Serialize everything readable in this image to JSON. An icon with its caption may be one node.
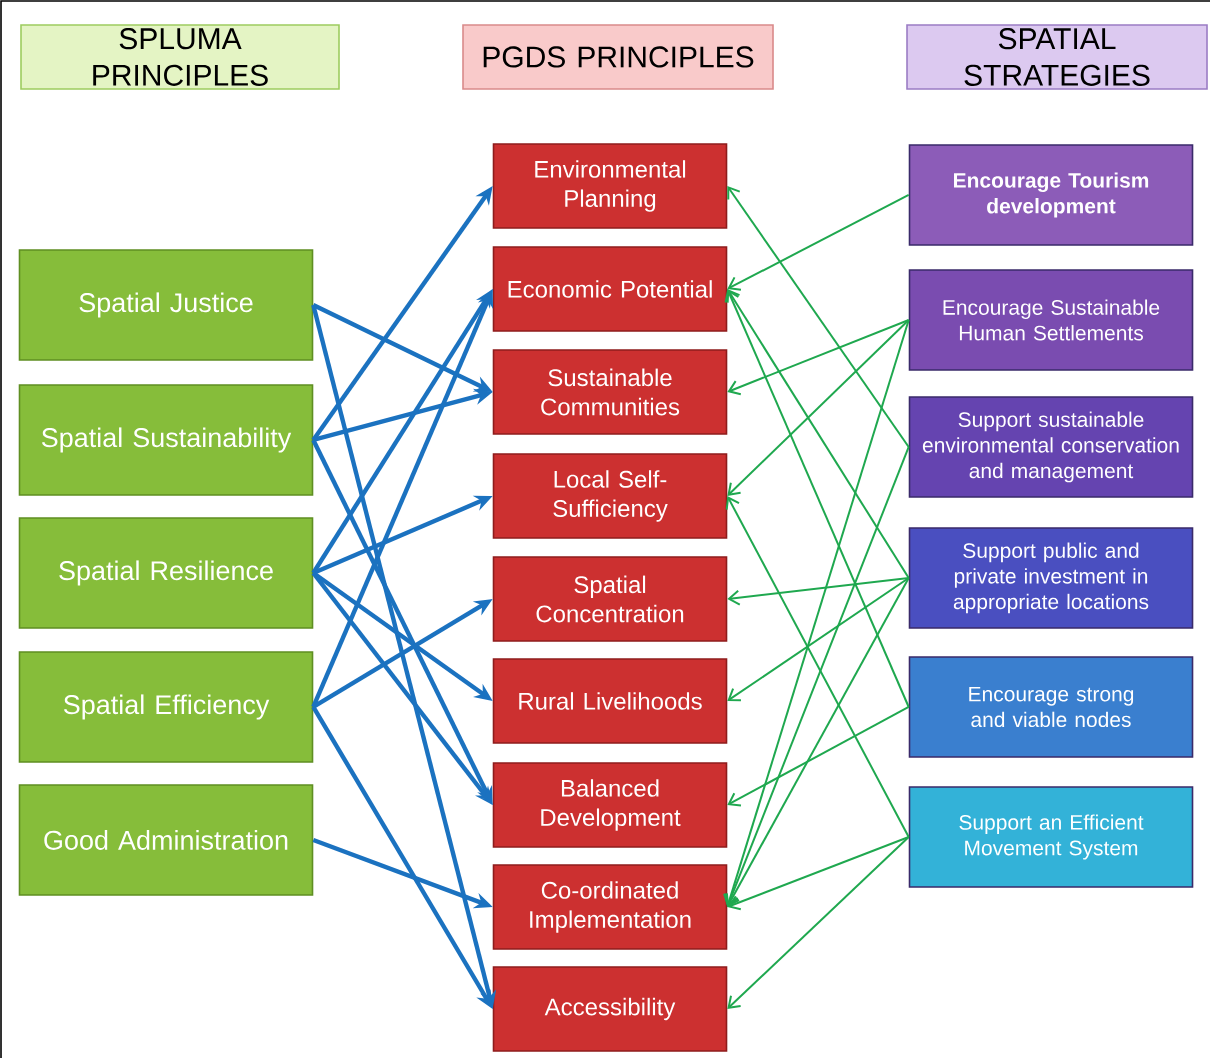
{
  "diagram": {
    "nodes": [
      {
        "text": [
          "SPLUMA PRINCIPLES"
        ]
      },
      {
        "text": [
          "PGDS PRINCIPLES"
        ]
      },
      {
        "text": [
          "SPATIAL STRATEGIES"
        ]
      },
      {
        "text": [
          "Spatial Justice"
        ]
      },
      {
        "text": [
          "Spatial Sustainability"
        ]
      },
      {
        "text": [
          "Spatial Resilience"
        ]
      },
      {
        "text": [
          "Spatial Efficiency"
        ]
      },
      {
        "text": [
          "Good Administration"
        ]
      },
      {
        "text": [
          "Environmental Planning"
        ]
      },
      {
        "text": [
          "Economic Potential"
        ]
      },
      {
        "text": [
          "Sustainable Communities"
        ]
      },
      {
        "text": [
          "Local Self-Sufficiency"
        ]
      },
      {
        "text": [
          "Spatial Concentration"
        ]
      },
      {
        "text": [
          "Rural Livelihoods"
        ]
      },
      {
        "text": [
          "Balanced Development"
        ]
      },
      {
        "text": [
          "Co-ordinated Implementation"
        ]
      },
      {
        "text": [
          "Accessibility"
        ]
      },
      {
        "text": [
          "Encourage Tourism development"
        ]
      },
      {
        "text": [
          "Encourage Sustainable Human Settlements"
        ]
      },
      {
        "text": [
          "Support sustainable environmental conservation and management"
        ]
      },
      {
        "text": [
          "Support public and private investment in appropriate locations"
        ]
      },
      {
        "text": [
          "Encourage strong and viable nodes"
        ]
      },
      {
        "text": [
          "Support an Efficient Movement System"
        ]
      }
    ],
    "edges": [
      {
        "from": 3,
        "to": 10,
        "arrow": "to",
        "style": "thick",
        "color": "#1b72c0"
      },
      {
        "from": 3,
        "to": 16,
        "arrow": "to",
        "style": "thick",
        "color": "#1b72c0"
      },
      {
        "from": 4,
        "to": 8,
        "arrow": "to",
        "style": "thick",
        "color": "#1b72c0"
      },
      {
        "from": 4,
        "to": 10,
        "arrow": "to",
        "style": "thick",
        "color": "#1b72c0"
      },
      {
        "from": 4,
        "to": 14,
        "arrow": "to",
        "style": "thick",
        "color": "#1b72c0"
      },
      {
        "from": 5,
        "to": 9,
        "arrow": "to",
        "style": "thick",
        "color": "#1b72c0"
      },
      {
        "from": 5,
        "to": 11,
        "arrow": "to",
        "style": "thick",
        "color": "#1b72c0"
      },
      {
        "from": 5,
        "to": 13,
        "arrow": "to",
        "style": "thick",
        "color": "#1b72c0"
      },
      {
        "from": 5,
        "to": 14,
        "arrow": "to",
        "style": "thick",
        "color": "#1b72c0"
      },
      {
        "from": 6,
        "to": 9,
        "arrow": "to",
        "style": "thick",
        "color": "#1b72c0"
      },
      {
        "from": 6,
        "to": 12,
        "arrow": "to",
        "style": "thick",
        "color": "#1b72c0"
      },
      {
        "from": 6,
        "to": 16,
        "arrow": "to",
        "style": "thick",
        "color": "#1b72c0"
      },
      {
        "from": 7,
        "to": 15,
        "arrow": "to",
        "style": "thick",
        "color": "#1b72c0"
      },
      {
        "from": 17,
        "to": 9,
        "arrow": "to"
      },
      {
        "from": 19,
        "to": 8,
        "arrow": "to"
      },
      {
        "from": 20,
        "to": 9,
        "arrow": "to"
      },
      {
        "from": 21,
        "to": 9,
        "arrow": "to"
      },
      {
        "from": 18,
        "to": 10,
        "arrow": "to"
      },
      {
        "from": 18,
        "to": 11,
        "arrow": "to"
      },
      {
        "from": 22,
        "to": 11,
        "arrow": "to"
      },
      {
        "from": 20,
        "to": 12,
        "arrow": "to"
      },
      {
        "from": 20,
        "to": 13,
        "arrow": "to"
      },
      {
        "from": 21,
        "to": 14,
        "arrow": "to"
      },
      {
        "from": 18,
        "to": 15,
        "arrow": "to"
      },
      {
        "from": 19,
        "to": 15,
        "arrow": "to"
      },
      {
        "from": 20,
        "to": 15,
        "arrow": "to"
      },
      {
        "from": 22,
        "to": 15,
        "arrow": "to"
      },
      {
        "from": 22,
        "to": 16,
        "arrow": "to"
      }
    ]
  }
}
